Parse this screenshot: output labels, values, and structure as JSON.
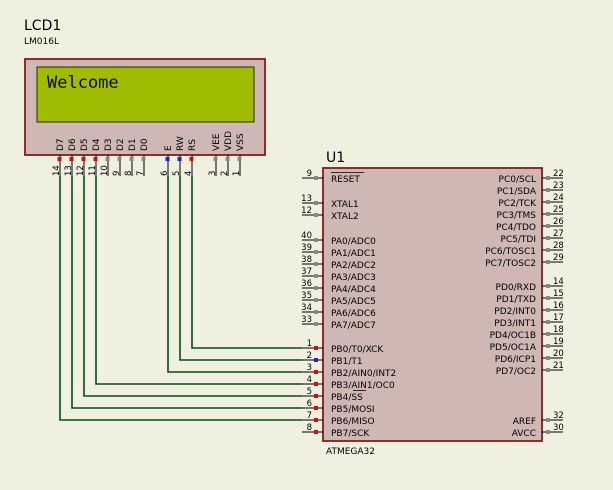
{
  "lcd": {
    "ref": "LCD1",
    "model": "LM016L",
    "text": "Welcome",
    "pins": [
      {
        "name": "D7",
        "num": "14"
      },
      {
        "name": "D6",
        "num": "13"
      },
      {
        "name": "D5",
        "num": "12"
      },
      {
        "name": "D4",
        "num": "11"
      },
      {
        "name": "D3",
        "num": "10"
      },
      {
        "name": "D2",
        "num": "9"
      },
      {
        "name": "D1",
        "num": "8"
      },
      {
        "name": "D0",
        "num": "7"
      },
      {
        "name": "E",
        "num": "6"
      },
      {
        "name": "RW",
        "num": "5"
      },
      {
        "name": "RS",
        "num": "4"
      },
      {
        "name": "VEE",
        "num": "3"
      },
      {
        "name": "VDD",
        "num": "2"
      },
      {
        "name": "VSS",
        "num": "1"
      }
    ]
  },
  "mcu": {
    "ref": "U1",
    "model": "ATMEGA32",
    "left_pins": [
      {
        "name": "RESET",
        "num": "9"
      },
      {
        "name": "XTAL1",
        "num": "13"
      },
      {
        "name": "XTAL2",
        "num": "12"
      },
      {
        "name": "PA0/ADC0",
        "num": "40"
      },
      {
        "name": "PA1/ADC1",
        "num": "39"
      },
      {
        "name": "PA2/ADC2",
        "num": "38"
      },
      {
        "name": "PA3/ADC3",
        "num": "37"
      },
      {
        "name": "PA4/ADC4",
        "num": "36"
      },
      {
        "name": "PA5/ADC5",
        "num": "35"
      },
      {
        "name": "PA6/ADC6",
        "num": "34"
      },
      {
        "name": "PA7/ADC7",
        "num": "33"
      },
      {
        "name": "PB0/T0/XCK",
        "num": "1"
      },
      {
        "name": "PB1/T1",
        "num": "2"
      },
      {
        "name": "PB2/AIN0/INT2",
        "num": "3"
      },
      {
        "name": "PB3/AIN1/OC0",
        "num": "4"
      },
      {
        "name": "PB4/SS",
        "num": "5"
      },
      {
        "name": "PB5/MOSI",
        "num": "6"
      },
      {
        "name": "PB6/MISO",
        "num": "7"
      },
      {
        "name": "PB7/SCK",
        "num": "8"
      }
    ],
    "right_pins": [
      {
        "name": "PC0/SCL",
        "num": "22"
      },
      {
        "name": "PC1/SDA",
        "num": "23"
      },
      {
        "name": "PC2/TCK",
        "num": "24"
      },
      {
        "name": "PC3/TMS",
        "num": "25"
      },
      {
        "name": "PC4/TDO",
        "num": "26"
      },
      {
        "name": "PC5/TDI",
        "num": "27"
      },
      {
        "name": "PC6/TOSC1",
        "num": "28"
      },
      {
        "name": "PC7/TOSC2",
        "num": "29"
      },
      {
        "name": "PD0/RXD",
        "num": "14"
      },
      {
        "name": "PD1/TXD",
        "num": "15"
      },
      {
        "name": "PD2/INT0",
        "num": "16"
      },
      {
        "name": "PD3/INT1",
        "num": "17"
      },
      {
        "name": "PD4/OC1B",
        "num": "18"
      },
      {
        "name": "PD5/OC1A",
        "num": "19"
      },
      {
        "name": "PD6/ICP1",
        "num": "20"
      },
      {
        "name": "PD7/OC2",
        "num": "21"
      },
      {
        "name": "AREF",
        "num": "32"
      },
      {
        "name": "AVCC",
        "num": "30"
      }
    ]
  },
  "colors": {
    "background": "#f0f0e0",
    "body_fill": "#cfb8b4",
    "outline": "#8a1a1a",
    "lcd_screen": "#9fbc00",
    "wire": "#0b4a12",
    "pin_red": "#d01010",
    "pin_blue": "#2020d8",
    "pin_gray": "#888888"
  }
}
